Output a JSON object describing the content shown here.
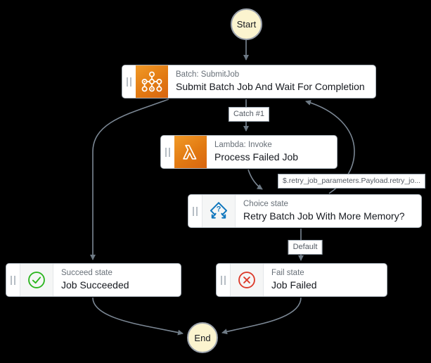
{
  "terminals": {
    "start_label": "Start",
    "end_label": "End"
  },
  "states": {
    "batch": {
      "type_label": "Batch: SubmitJob",
      "name": "Submit Batch Job And Wait For Completion"
    },
    "lambda": {
      "type_label": "Lambda: Invoke",
      "name": "Process Failed Job"
    },
    "choice": {
      "type_label": "Choice state",
      "name": "Retry Batch Job With More Memory?"
    },
    "succeed": {
      "type_label": "Succeed state",
      "name": "Job Succeeded"
    },
    "fail": {
      "type_label": "Fail state",
      "name": "Job Failed"
    }
  },
  "edge_labels": {
    "catch": "Catch #1",
    "retry_path": "$.retry_job_parameters.Payload.retry_jo...",
    "default": "Default"
  },
  "colors": {
    "canvas_background": "#000000",
    "edge_gray": "#7b8794",
    "service_orange_light": "#f19a28",
    "service_orange_dark": "#d96510",
    "choice_blue": "#0e76bd",
    "succeed_green": "#2bb51e",
    "fail_red": "#dc3a2a",
    "terminal_yellow": "#fbf4cf",
    "node_border_gray": "#a9b2ba"
  }
}
